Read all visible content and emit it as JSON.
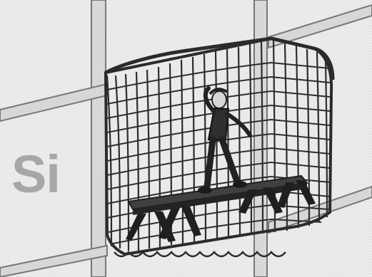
{
  "image": {
    "overlay_text": "Si",
    "colors": {
      "background": "#eeeeee",
      "pipe_fill": "#d6d6d6",
      "pipe_stroke": "#7d7d7d",
      "net": "#2b2b2b",
      "trestle": "#1d1d1d",
      "board": "#3a3a3a",
      "worker": "#2a2a2a",
      "text": "#a7a7a7"
    },
    "icons": [
      "scaffold-pipe",
      "safety-net",
      "wooden-board",
      "trestle",
      "worker-figure"
    ]
  }
}
